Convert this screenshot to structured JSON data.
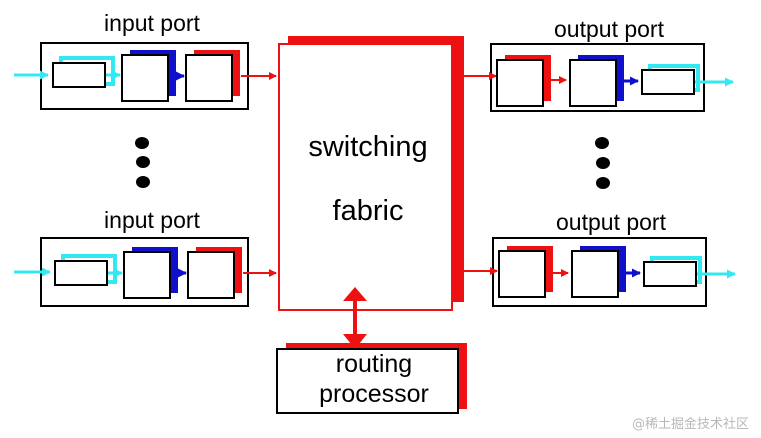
{
  "labels": {
    "input_port_top": "input port",
    "input_port_bottom": "input port",
    "output_port_top": "output port",
    "output_port_bottom": "output port",
    "fabric_line1": "switching",
    "fabric_line2": "fabric",
    "routing_line1": "routing",
    "routing_line2": "processor"
  },
  "watermark": "@稀土掘金技术社区",
  "colors": {
    "line_termination": "#33e8f0",
    "link_layer": "#1010cc",
    "lookup_forwarding": "#ee1111",
    "outline": "#000000"
  }
}
